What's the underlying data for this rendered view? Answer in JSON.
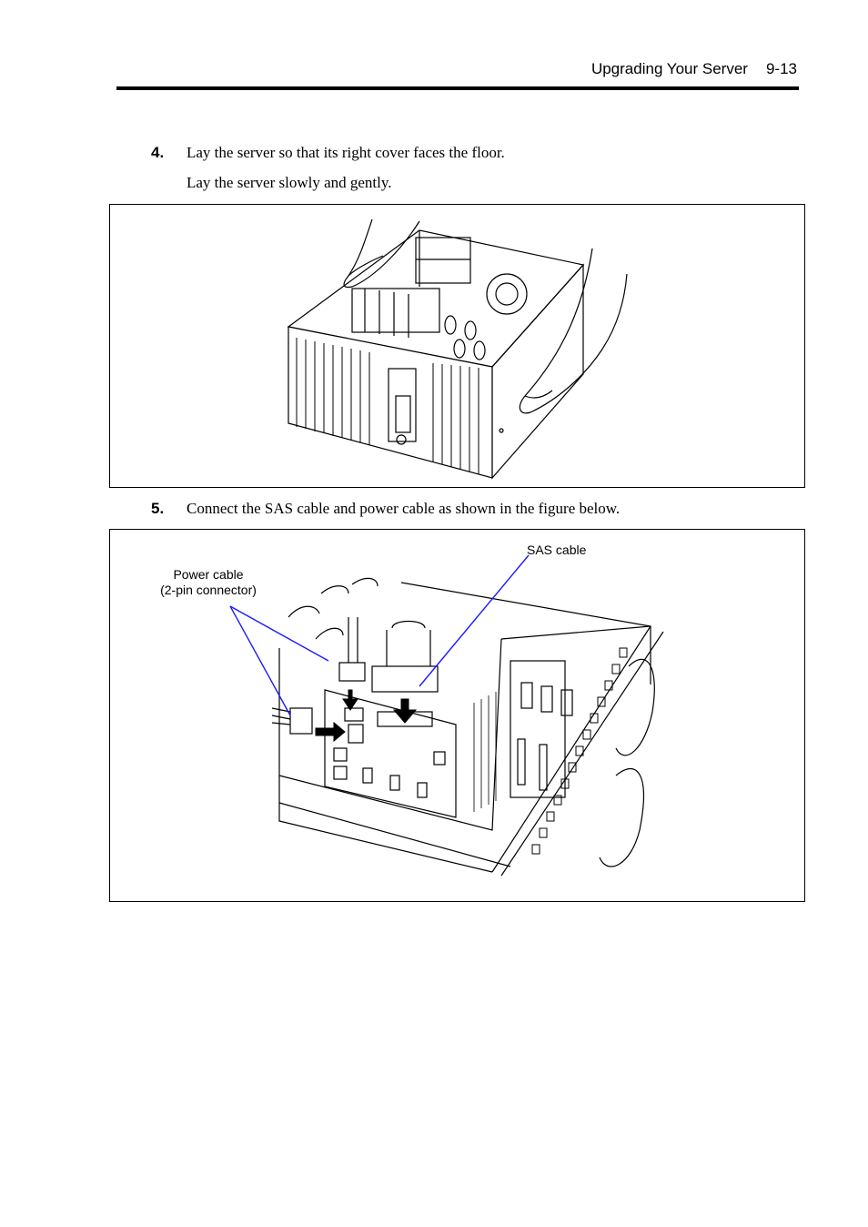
{
  "header": {
    "section_title": "Upgrading Your Server",
    "page_number": "9-13"
  },
  "steps": [
    {
      "number": "4.",
      "text": "Lay the server so that its right cover faces the floor.",
      "subtext": "Lay the server slowly and gently."
    },
    {
      "number": "5.",
      "text": "Connect the SAS cable and power cable as shown in the figure below."
    }
  ],
  "figure2": {
    "label_sas": "SAS cable",
    "label_power_line1": "Power cable",
    "label_power_line2": "(2-pin connector)"
  },
  "colors": {
    "leader_line": "#1a1aff"
  }
}
